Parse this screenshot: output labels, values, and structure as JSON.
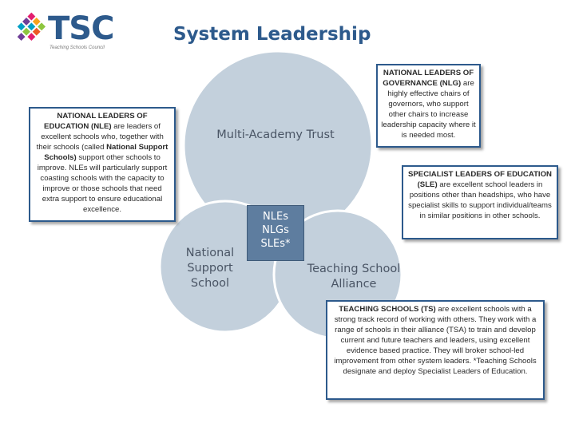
{
  "logo": {
    "text": "TSC",
    "subtitle": "Teaching Schools Council",
    "colors": [
      "#e31e6f",
      "#f7a21b",
      "#8dc63f",
      "#00a0c6",
      "#6f3d97",
      "#ec5a24",
      "#2d5a8c"
    ]
  },
  "title": "System Leadership",
  "diagram": {
    "circles": [
      {
        "label": "Multi-Academy Trust"
      },
      {
        "label_lines": [
          "National",
          "Support",
          "School"
        ]
      },
      {
        "label_lines": [
          "Teaching School",
          "Alliance"
        ]
      }
    ],
    "center_lines": [
      "NLEs",
      "NLGs",
      "SLEs*"
    ],
    "colors": {
      "circle_fill": "#c3d0dc",
      "circle_stroke": "#ffffff",
      "center_fill": "#5e7d9f",
      "box_border": "#2d5a8c"
    }
  },
  "boxes": {
    "nle": {
      "term": "NATIONAL LEADERS OF EDUCATION (NLE)",
      "text_a": " are leaders of excellent schools who, together with their schools (called ",
      "term2": "National Support Schools)",
      "text_b": " support other schools to improve. NLEs will particularly support coasting schools with the capacity to improve or those schools that need extra support to ensure educational excellence."
    },
    "nlg": {
      "term": "NATIONAL LEADERS OF GOVERNANCE (NLG)",
      "text": " are highly effective chairs of governors, who support other chairs to increase leadership capacity where it is needed most."
    },
    "sle": {
      "term": "SPECIALIST LEADERS OF EDUCATION (SLE)",
      "text": " are excellent school leaders in positions other than headships, who have specialist skills to support individual/teams in similar positions in other schools."
    },
    "ts": {
      "term": "TEACHING SCHOOLS (TS)",
      "text": " are excellent schools with a strong track record of working with others. They work with a range of schools in their alliance (TSA) to train and develop current and future teachers and leaders, using excellent evidence based practice. They will broker school-led improvement from other system leaders. *Teaching Schools designate and deploy Specialist Leaders of Education."
    }
  }
}
